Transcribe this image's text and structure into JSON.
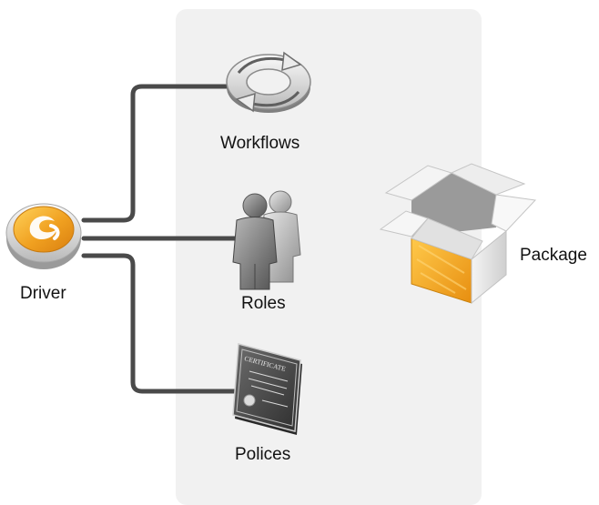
{
  "driver": {
    "label": "Driver",
    "icon": "driver-disc-icon",
    "color": "#f0a420"
  },
  "items": [
    {
      "key": "workflows",
      "label": "Workflows",
      "icon": "workflow-cycle-icon"
    },
    {
      "key": "roles",
      "label": "Roles",
      "icon": "roles-people-icon"
    },
    {
      "key": "polices",
      "label": "Polices",
      "icon": "certificate-icon"
    }
  ],
  "package": {
    "label": "Package",
    "icon": "open-box-icon",
    "color": "#f2a51c"
  },
  "certificate_text": "CERTIFICATE",
  "colors": {
    "panel": "#f1f1f1",
    "connector": "#4a4a4a",
    "accent": "#f0a420"
  }
}
